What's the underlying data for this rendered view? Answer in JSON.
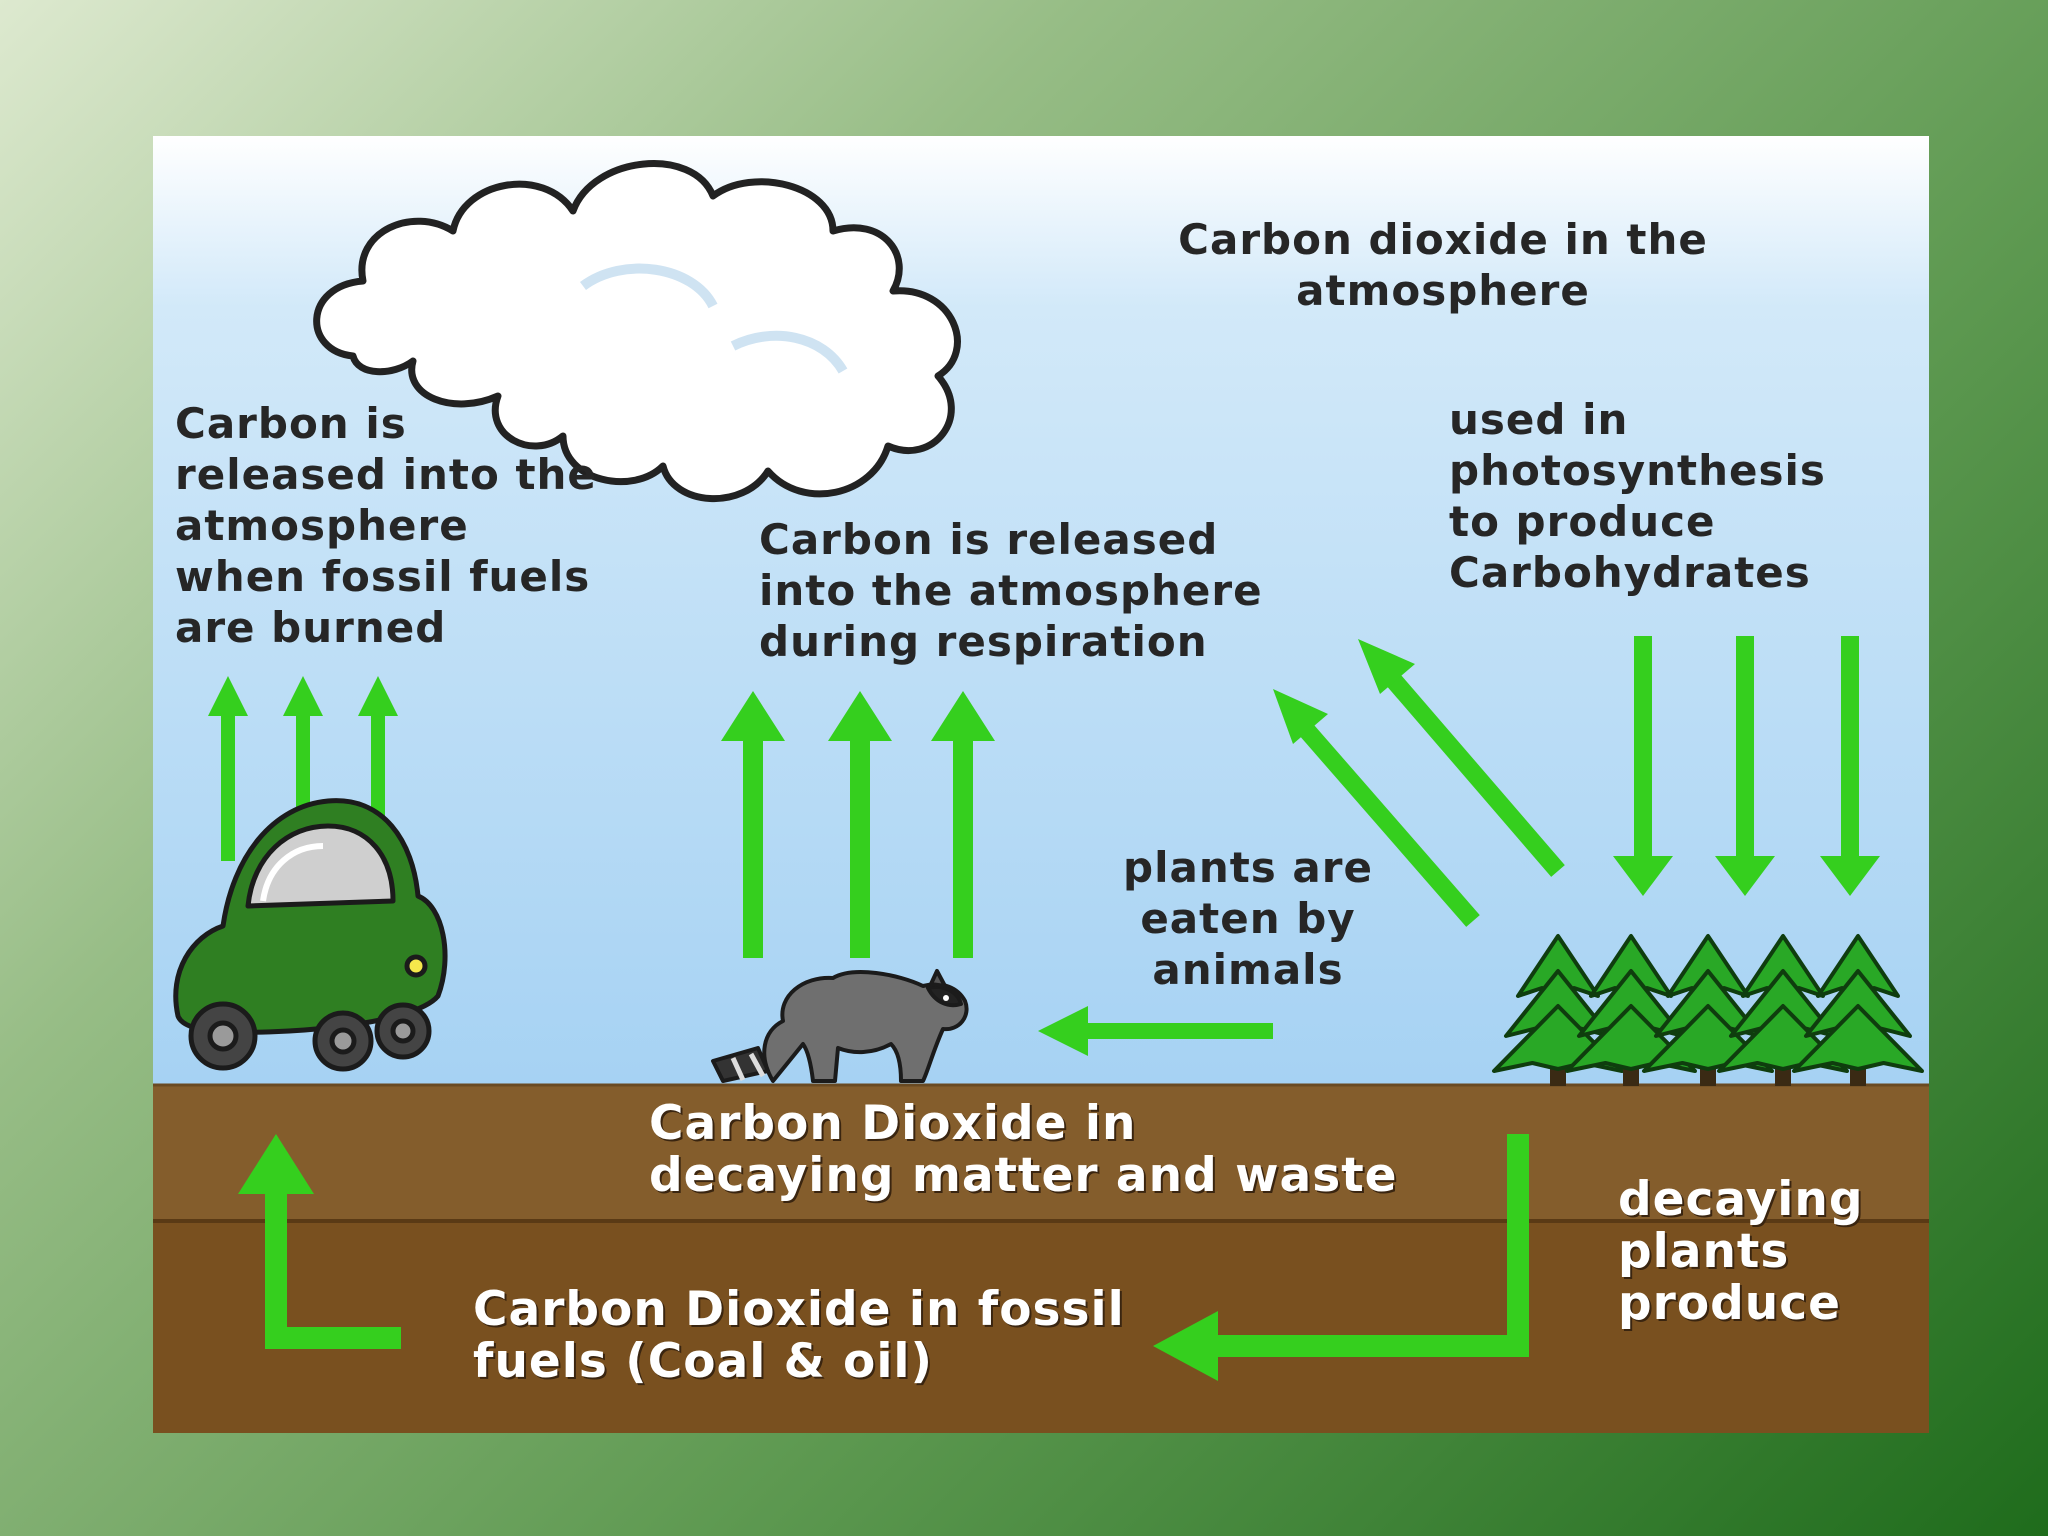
{
  "colors": {
    "sky_top": "#ffffff",
    "sky_bottom": "#a6d2f3",
    "soil_top": "#845d2c",
    "soil_bottom": "#79501f",
    "arrow_green": "#35cf1e",
    "tree_green": "#29a826",
    "car_green": "#2f7f22",
    "cloud_outline": "#222222"
  },
  "labels": {
    "atmosphere": "Carbon dioxide in the\natmosphere",
    "fossil_burning": "Carbon is\nreleased into the\natmosphere\nwhen fossil fuels\nare burned",
    "respiration": "Carbon is released\ninto the atmosphere\nduring respiration",
    "photosynthesis": "used in\nphotosynthesis\nto produce\nCarbohydrates",
    "eaten": "plants are\neaten by\nanimals",
    "decaying_matter": "Carbon Dioxide in\ndecaying matter and waste",
    "decaying_plants": "decaying\nplants\nproduce",
    "fossil_fuels": "Carbon Dioxide in fossil\nfuels (Coal & oil)"
  },
  "icons": [
    "cloud-icon",
    "car-icon",
    "raccoon-icon",
    "pine-tree-icon",
    "arrow-icon"
  ]
}
